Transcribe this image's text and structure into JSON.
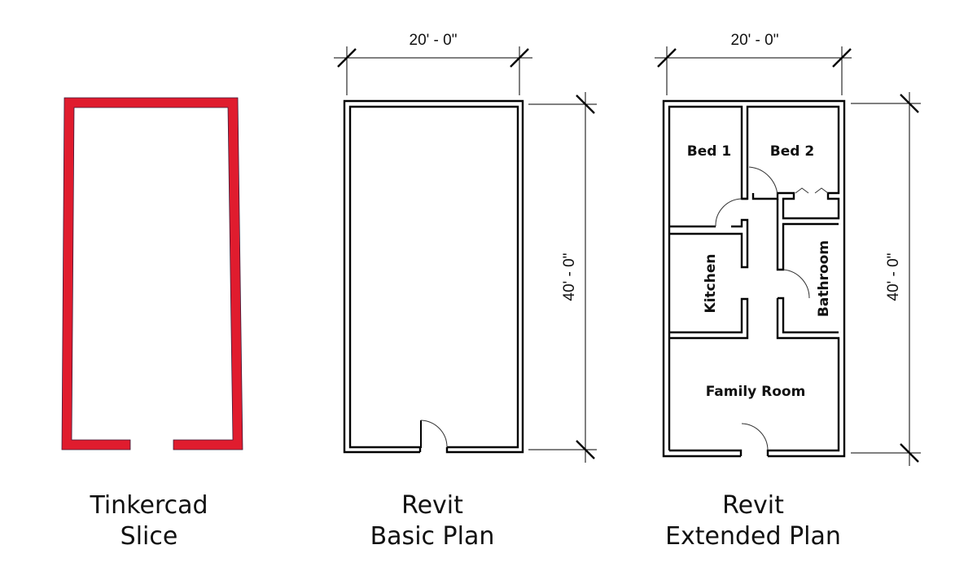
{
  "colors": {
    "tinkercad_wall": "#e01c2e",
    "line": "#000000"
  },
  "panels": [
    {
      "caption_line1": "Tinkercad",
      "caption_line2": "Slice"
    },
    {
      "caption_line1": "Revit",
      "caption_line2": "Basic Plan",
      "width_dim": "20' - 0\"",
      "depth_dim": "40' - 0\""
    },
    {
      "caption_line1": "Revit",
      "caption_line2": "Extended Plan",
      "width_dim": "20' - 0\"",
      "depth_dim": "40' - 0\"",
      "rooms": [
        "Bed 1",
        "Bed 2",
        "Kitchen",
        "Bathroom",
        "Family Room"
      ]
    }
  ]
}
